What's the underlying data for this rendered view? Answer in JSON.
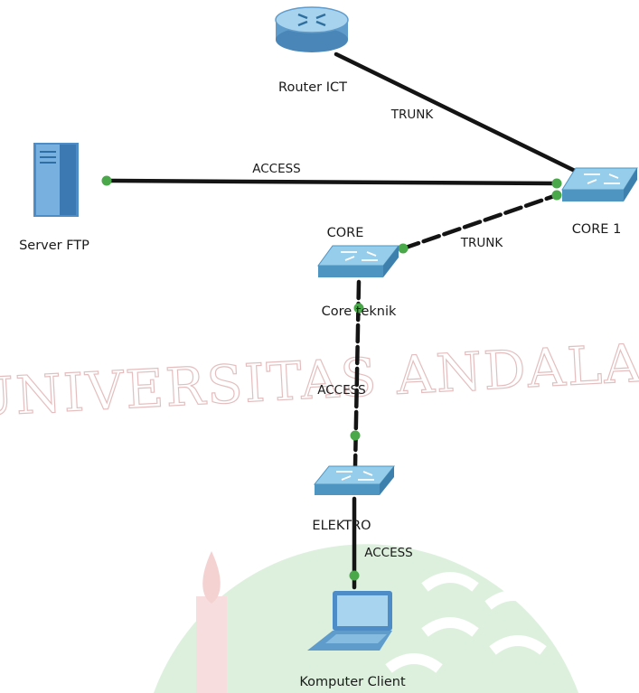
{
  "watermark": {
    "text": "UNIVERSITAS ANDALAS"
  },
  "colors": {
    "cable": "#141414",
    "port": "#4aa84a",
    "switch_top": "#8fc8e8",
    "switch_side": "#4f95c2",
    "server": "#5b9ad0",
    "watermark": "#cf8a8a",
    "watermark_green": "#7fbf7f"
  },
  "devices": {
    "router": {
      "label": "Router ICT",
      "icon": "router-icon"
    },
    "server": {
      "label": "Server FTP",
      "icon": "server-icon"
    },
    "core1": {
      "label": "CORE 1",
      "icon": "switch-icon"
    },
    "core": {
      "label_top": "CORE",
      "label_bottom": "Core teknik",
      "icon": "switch-icon"
    },
    "elektro": {
      "label": "ELEKTRO",
      "icon": "switch-icon"
    },
    "client": {
      "label": "Komputer Client",
      "icon": "laptop-icon"
    }
  },
  "links": {
    "router_core1": "TRUNK",
    "server_core1": "ACCESS",
    "core_core1": "TRUNK",
    "core_elektro": "ACCESS",
    "elektro_client": "ACCESS"
  }
}
